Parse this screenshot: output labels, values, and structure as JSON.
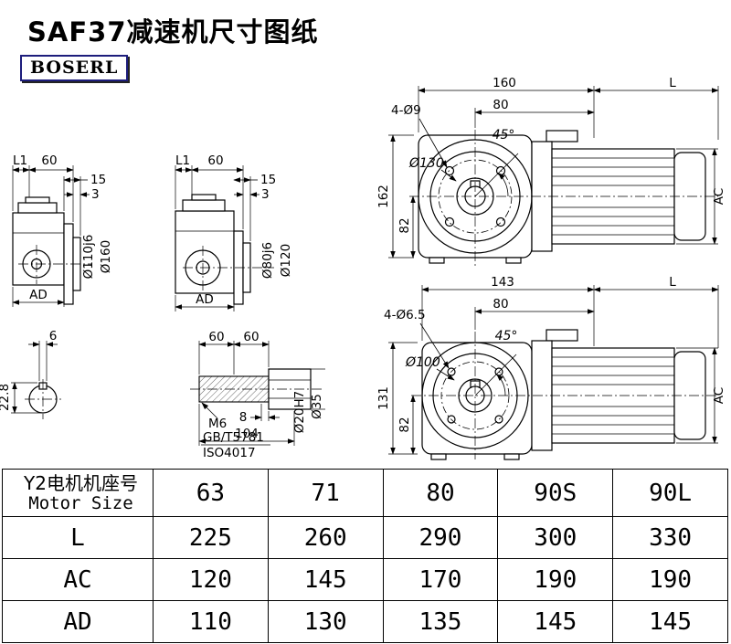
{
  "page": {
    "title": "SAF37减速机尺寸图纸",
    "brand": "BOSERL"
  },
  "flange_view_a": {
    "l1": "L1",
    "len60": "60",
    "len15": "15",
    "len3": "3",
    "spigot": "Ø110j6",
    "flange": "Ø160",
    "ad": "AD"
  },
  "flange_view_b": {
    "l1": "L1",
    "len60": "60",
    "len15": "15",
    "len3": "3",
    "spigot": "Ø80j6",
    "flange": "Ø120",
    "ad": "AD"
  },
  "assembly_a": {
    "width": "160",
    "motor_len": "L",
    "holes": "4-Ø9",
    "half": "80",
    "angle": "45°",
    "bolt_circle": "Ø130",
    "height": "162",
    "center_h": "82",
    "ac": "AC"
  },
  "assembly_b": {
    "width": "143",
    "motor_len": "L",
    "holes": "4-Ø6.5",
    "half": "80",
    "angle": "45°",
    "bolt_circle": "Ø100",
    "height": "131",
    "center_h": "82",
    "ac": "AC"
  },
  "key_section": {
    "key_width": "6",
    "key_depth": "22.8"
  },
  "shaft_detail": {
    "seg1": "60",
    "seg2": "60",
    "thread": "M6",
    "standard1": "GB/T5781",
    "standard2": "ISO4017",
    "step": "8",
    "length": "104",
    "bore": "Ø20H7",
    "outer": "Ø35"
  },
  "table": {
    "header": {
      "row_label_cn": "Y2电机机座号",
      "row_label_en": "Motor Size",
      "values": [
        "63",
        "71",
        "80",
        "90S",
        "90L"
      ]
    },
    "rows": [
      {
        "label": "L",
        "values": [
          "225",
          "260",
          "290",
          "300",
          "330"
        ]
      },
      {
        "label": "AC",
        "values": [
          "120",
          "145",
          "170",
          "190",
          "190"
        ]
      },
      {
        "label": "AD",
        "values": [
          "110",
          "130",
          "135",
          "145",
          "145"
        ]
      }
    ]
  }
}
